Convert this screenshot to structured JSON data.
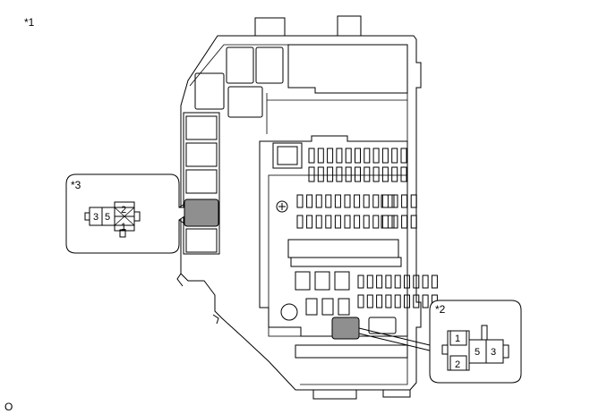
{
  "labels": {
    "ref1": "*1",
    "ref2": "*2",
    "ref3": "*3",
    "corner": "O"
  },
  "connector_3": {
    "pins": [
      "3",
      "5",
      "2",
      "1"
    ]
  },
  "connector_2": {
    "pins": [
      "1",
      "2",
      "5",
      "3"
    ]
  },
  "colors": {
    "highlight": "#8f8f8f",
    "outline": "#000000"
  }
}
